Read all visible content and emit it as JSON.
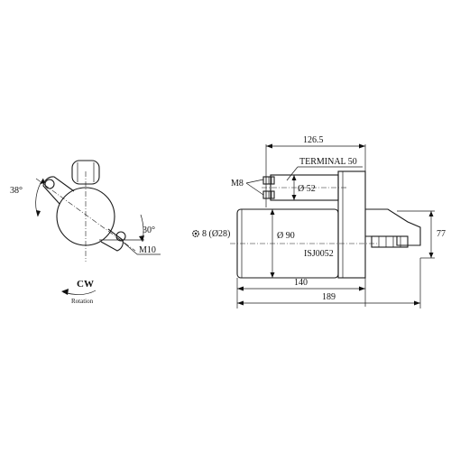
{
  "labels": {
    "angle_38": "38°",
    "angle_30": "30°",
    "bolt_m10": "M10",
    "rotation_cw": "CW",
    "rotation_word": "Rotation",
    "dim_126_5": "126.5",
    "terminal_50": "TERMINAL 50",
    "bolt_m8": "M8",
    "dia_52": "Ø 52",
    "teeth_8": "8 (Ø28)",
    "dia_90": "Ø 90",
    "part_number": "ISJ0052",
    "dim_77": "77",
    "dim_140": "140",
    "dim_189": "189"
  },
  "icons": {
    "pinion": "gear-icon",
    "rotation": "curved-arrow-icon"
  }
}
